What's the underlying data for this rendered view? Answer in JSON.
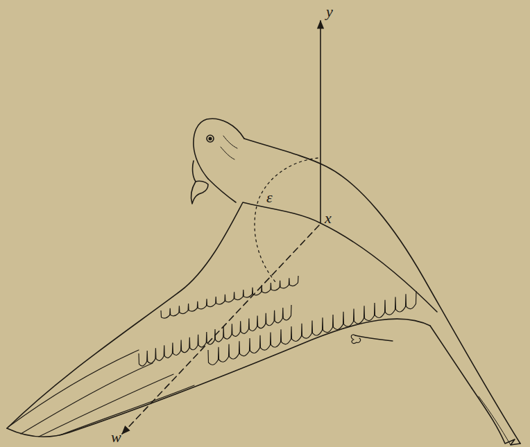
{
  "diagram": {
    "labels": [
      "y",
      "x",
      "ε",
      "w"
    ]
  }
}
